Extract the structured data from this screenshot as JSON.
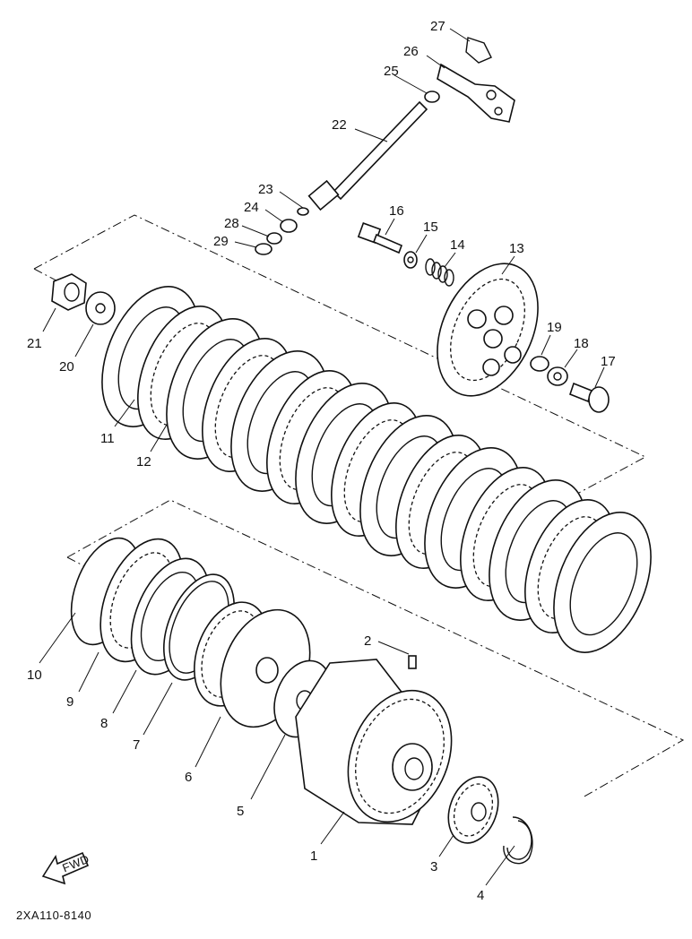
{
  "diagram": {
    "drawing_code": "2XA110-8140",
    "fwd_marker": "FWD",
    "callouts": [
      "1",
      "2",
      "3",
      "4",
      "5",
      "6",
      "7",
      "8",
      "9",
      "10",
      "11",
      "12",
      "13",
      "14",
      "15",
      "16",
      "17",
      "18",
      "19",
      "20",
      "21",
      "22",
      "23",
      "24",
      "25",
      "26",
      "27",
      "28",
      "29"
    ]
  }
}
